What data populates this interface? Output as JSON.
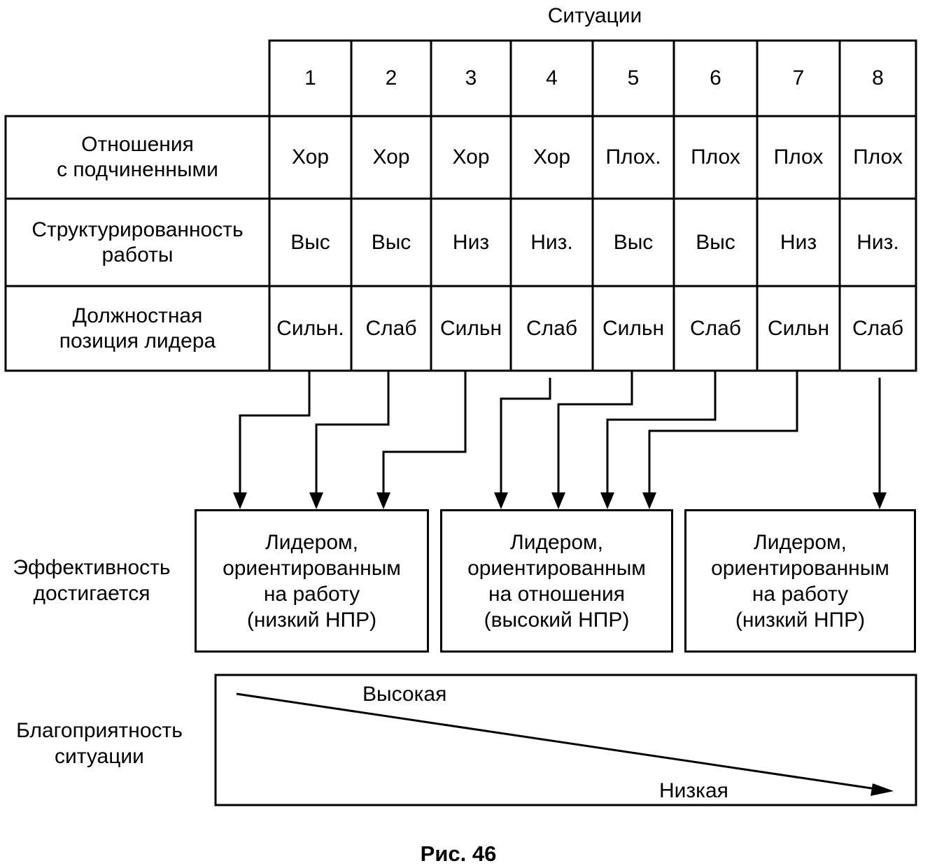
{
  "figure": {
    "header": "Ситуации",
    "caption": "Рис. 46"
  },
  "table": {
    "situations": [
      "1",
      "2",
      "3",
      "4",
      "5",
      "6",
      "7",
      "8"
    ],
    "rows": [
      {
        "label": "Отношения\nс подчиненными",
        "values": [
          "Хор",
          "Хор",
          "Хор",
          "Хор",
          "Плох.",
          "Плох",
          "Плох",
          "Плох"
        ]
      },
      {
        "label": "Структурированность\nработы",
        "values": [
          "Выс",
          "Выс",
          "Низ",
          "Низ.",
          "Выс",
          "Выс",
          "Низ",
          "Низ."
        ]
      },
      {
        "label": "Должностная\nпозиция лидера",
        "values": [
          "Сильн.",
          "Слаб",
          "Сильн",
          "Слаб",
          "Сильн",
          "Слаб",
          "Сильн",
          "Слаб"
        ]
      }
    ]
  },
  "effectiveness": {
    "label": "Эффективность\nдостигается",
    "boxes": [
      {
        "text": "Лидером,\nориентированным\nна работу\n(низкий НПР)"
      },
      {
        "text": "Лидером,\nориентированным\nна отношения\n(высокий НПР)"
      },
      {
        "text": "Лидером,\nориентированным\nна работу\n(низкий НПР)"
      }
    ]
  },
  "favorability": {
    "label": "Благоприятность\nситуации",
    "high": "Высокая",
    "low": "Низкая"
  }
}
